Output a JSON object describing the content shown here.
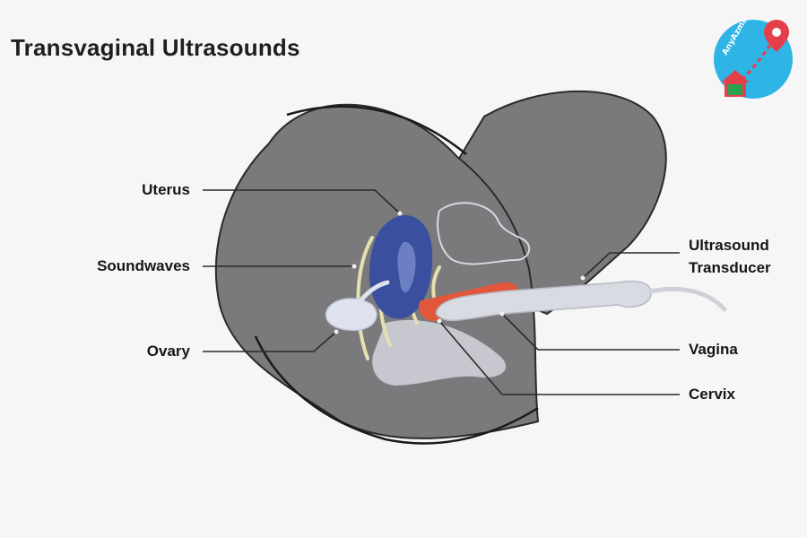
{
  "title": "Transvaginal Ultrasounds",
  "labels": {
    "uterus": "Uterus",
    "soundwaves": "Soundwaves",
    "ovary": "Ovary",
    "transducer_line1": "Ultrasound",
    "transducer_line2": "Transducer",
    "vagina": "Vagina",
    "cervix": "Cervix"
  },
  "logo": {
    "text": "AnyAzma",
    "colors": [
      "#2fb4e6",
      "#e5404a",
      "#2aa24d"
    ]
  },
  "colors": {
    "background": "#f6f6f7",
    "body": "#7a7a7d",
    "uterus": "#3a4f9e",
    "vagina": "#e0573c",
    "probe": "#d9dbe3",
    "ovary": "#dfe3ee",
    "soundwaves": "#e4e0b0"
  }
}
